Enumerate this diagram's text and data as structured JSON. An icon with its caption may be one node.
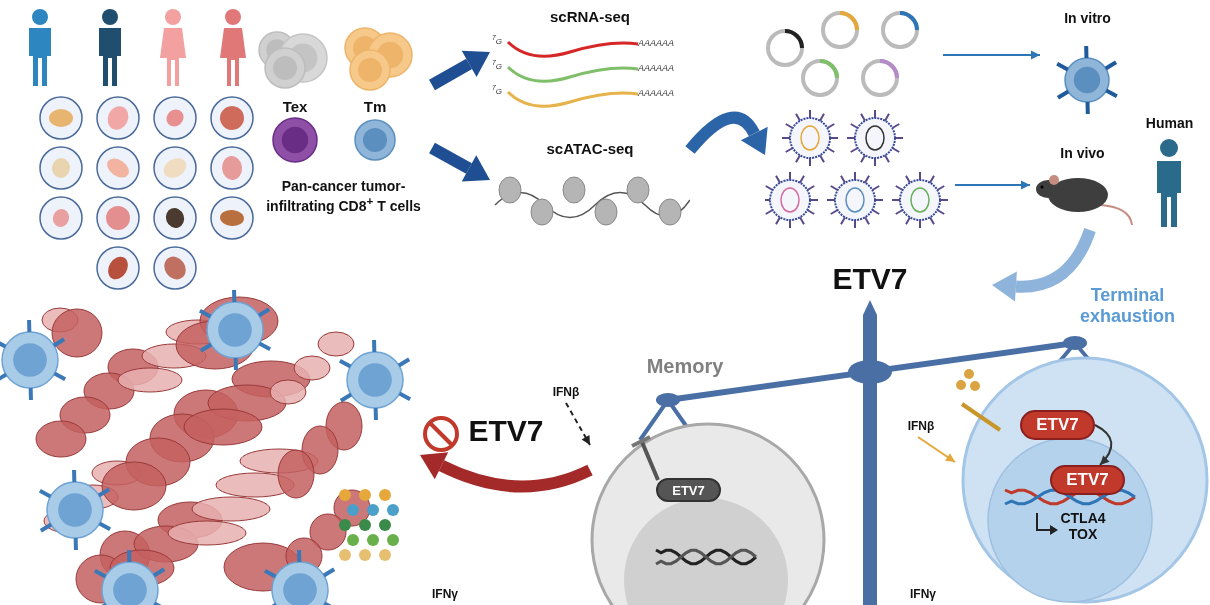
{
  "diagram": {
    "nodes": [
      {
        "text": [
          "Tex",
          "Tm",
          "Pan-cancer tumor-infiltrating CD8$^{+}$ T cells"
        ]
      },
      {
        "text": [
          "scRNA-seq",
          "$^{7}$G",
          "AAAAAA",
          "$^{7}$G",
          "AAAAAA",
          "$^{7}$G",
          "AAAAAA"
        ]
      },
      {
        "text": [
          "scATAC-seq"
        ]
      },
      {
        "text": [],
        "shape": "picture"
      },
      {
        "text": [],
        "shape": "picture"
      },
      {
        "text": [
          "In vitro"
        ]
      },
      {
        "text": [
          "Human"
        ]
      },
      {
        "text": [
          "In vivo"
        ]
      },
      {
        "text": [
          "ETV7"
        ]
      },
      {
        "text": [
          "Terminal exhaustion",
          "CTLA4 TOX"
        ]
      },
      {
        "text": [],
        "shape": "picture"
      },
      {
        "text": [
          "Memory"
        ]
      },
      {
        "text": [
          "ETV7"
        ],
        "in": 11
      },
      {
        "text": [
          "IFNβ"
        ]
      },
      {
        "text": [
          "ETV7"
        ]
      },
      {
        "text": [
          "IFNβ"
        ]
      },
      {
        "text": [
          "ETV7"
        ],
        "in": 9
      },
      {
        "text": [
          "ETV7"
        ],
        "in": 9
      }
    ],
    "edges": [
      {
        "from": 0,
        "to": 1,
        "arrow": "to",
        "style": "thick",
        "color": "#1f4e93"
      },
      {
        "from": 0,
        "to": 2,
        "arrow": "to",
        "style": "thick",
        "color": "#1f4e93"
      },
      {
        "from": 2,
        "to": 4,
        "arrow": "to",
        "style": "thick",
        "color": "#2c64a8"
      },
      {
        "from": 3,
        "to": 5,
        "arrow": "to",
        "color": "#2e75b6"
      },
      {
        "from": 4,
        "to": 7,
        "arrow": "to",
        "color": "#2e75b6"
      },
      {
        "from": 7,
        "to": 9,
        "arrow": "to",
        "style": "thick",
        "color": "#8fb4dc"
      },
      {
        "from": 11,
        "to": 10,
        "arrow": "to",
        "style": "thick",
        "color": "#a42a2a"
      },
      {
        "from": 13,
        "to": 11,
        "arrow": "to",
        "style": "dashed",
        "color": "#222222"
      },
      {
        "from": 15,
        "to": 9,
        "arrow": "to",
        "color": "#e3a73a"
      },
      {
        "from": 16,
        "to": 17,
        "arrow": "to",
        "color": "#333333"
      }
    ],
    "labels": [
      "IFNγ",
      "IFNγ"
    ]
  }
}
